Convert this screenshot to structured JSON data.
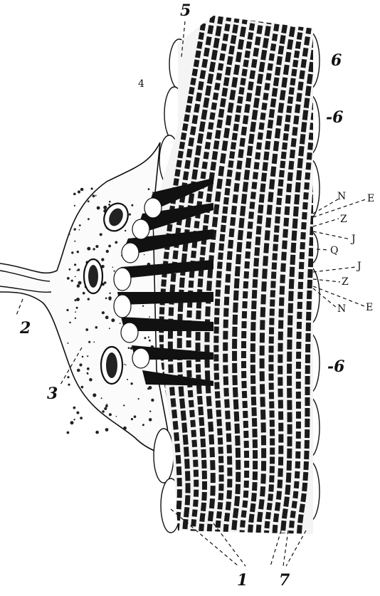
{
  "labels": {
    "l5": "5",
    "l4": "4",
    "l6a": "6",
    "l6b": "-6",
    "l6c": "-6",
    "l2": "2",
    "l3": "3",
    "l1": "1",
    "l7": "7",
    "N1": "N",
    "E1": "E",
    "Z1": "Z",
    "J1": "J",
    "Q": "Q",
    "J2": "J",
    "Z2": "Z",
    "N2": "N",
    "E2": "E"
  },
  "colors": {
    "ink": "#111111",
    "paper": "#ffffff",
    "band_dark": "#1a1a1a",
    "band_light": "#f4f4f4"
  }
}
